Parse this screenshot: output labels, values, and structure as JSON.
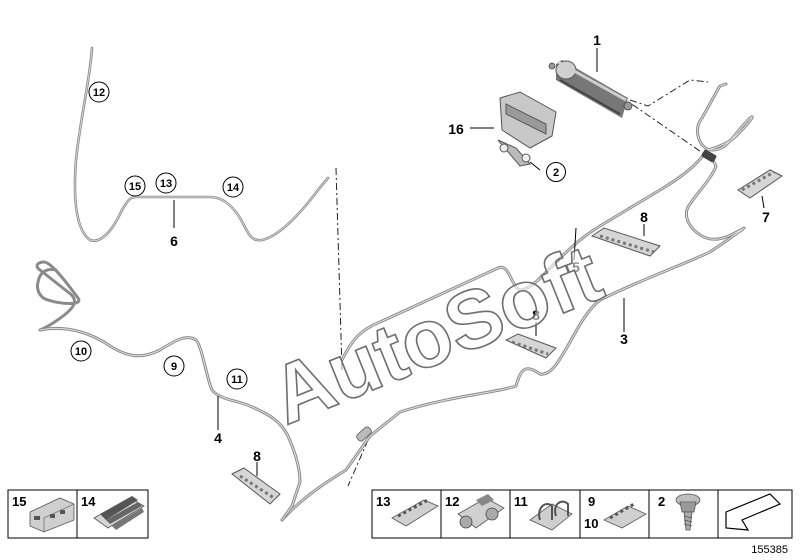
{
  "watermark": "AutoSoft",
  "image_id": "155385",
  "callouts": {
    "c1": "1",
    "c2": "2",
    "c3": "3",
    "c4": "4",
    "c5": "5",
    "c6": "6",
    "c7": "7",
    "c8a": "8",
    "c8b": "8",
    "c8c": "8",
    "c9": "9",
    "c10": "10",
    "c11": "11",
    "c12": "12",
    "c13": "13",
    "c14": "14",
    "c15": "15",
    "c16": "16"
  },
  "legend_tiles": {
    "t15": "15",
    "t14": "14",
    "t13": "13",
    "t12": "12",
    "t11": "11",
    "t9": "9",
    "t10": "10",
    "t2": "2"
  }
}
